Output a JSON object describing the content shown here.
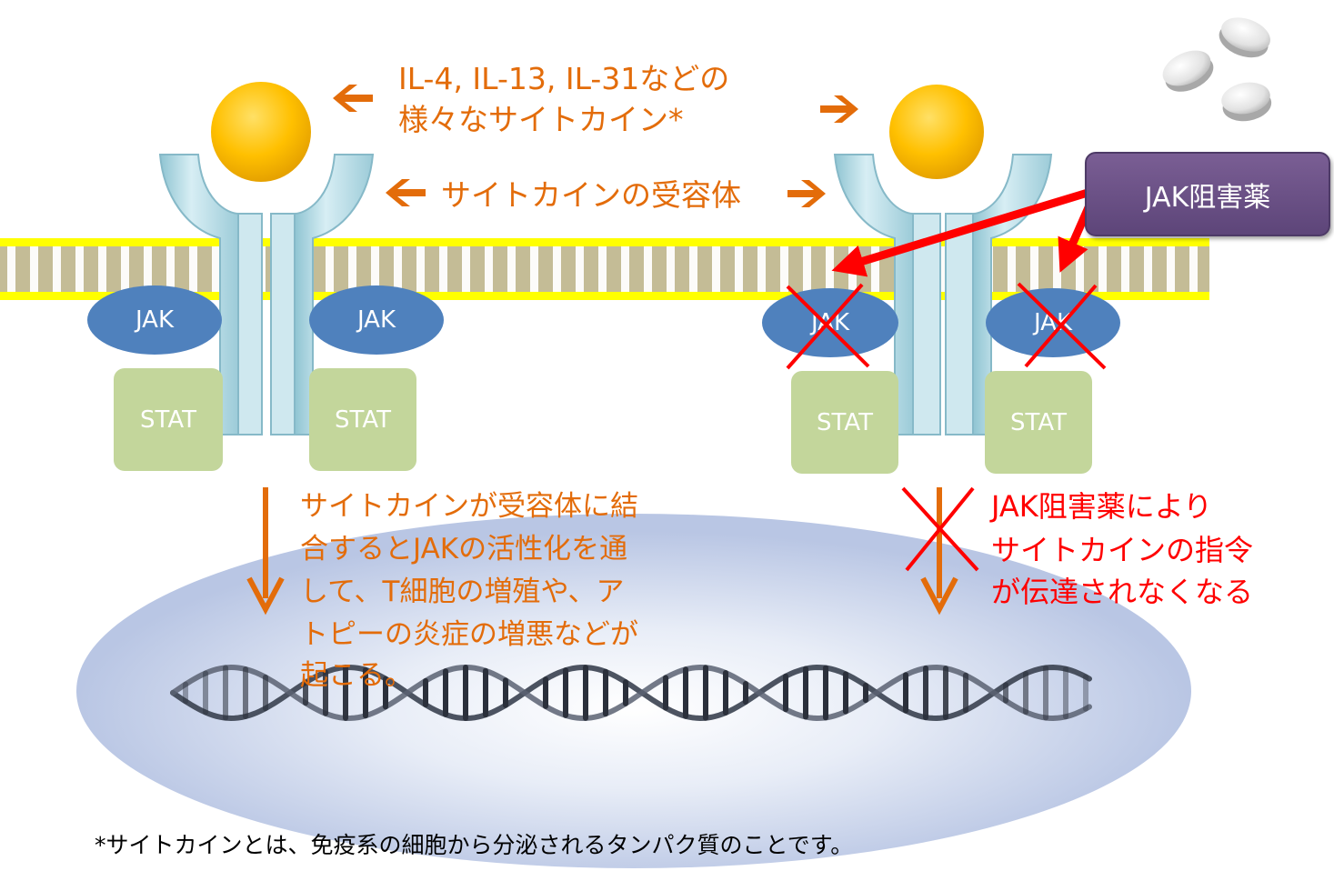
{
  "cytokine_label": {
    "line1": "IL-4, IL-13, IL-31などの",
    "line2": "様々なサイトカイン*"
  },
  "receptor_label": "サイトカインの受容体",
  "jak_drug_label": "JAK阻害薬",
  "left_receptor": {
    "jak_left": "JAK",
    "jak_right": "JAK",
    "stat_left": "STAT",
    "stat_right": "STAT"
  },
  "right_receptor": {
    "jak_left": "JAK",
    "jak_right": "JAK",
    "stat_left": "STAT",
    "stat_right": "STAT"
  },
  "left_note": [
    "サイトカインが受容体に結",
    "合するとJAKの活性化を通",
    "して、T細胞の増殖や、ア",
    "トピーの炎症の増悪などが",
    "起こる。"
  ],
  "right_note": [
    "JAK阻害薬により",
    "サイトカインの指令",
    "が伝達されなくなる"
  ],
  "footnote": "*サイトカインとは、免疫系の細胞から分泌されるタンパク質のことです。",
  "colors": {
    "orange_text": "#e36c0a",
    "red_text": "#ff0000",
    "jak_oval": "#4f81bd",
    "stat_box": "#c3d69b",
    "cytokine_ball": "#ffc000",
    "membrane_yellow": "#ffff00",
    "membrane_tan": "#c4bc96",
    "receptor": "#b7dde8",
    "drug_box": "#604a7b"
  }
}
